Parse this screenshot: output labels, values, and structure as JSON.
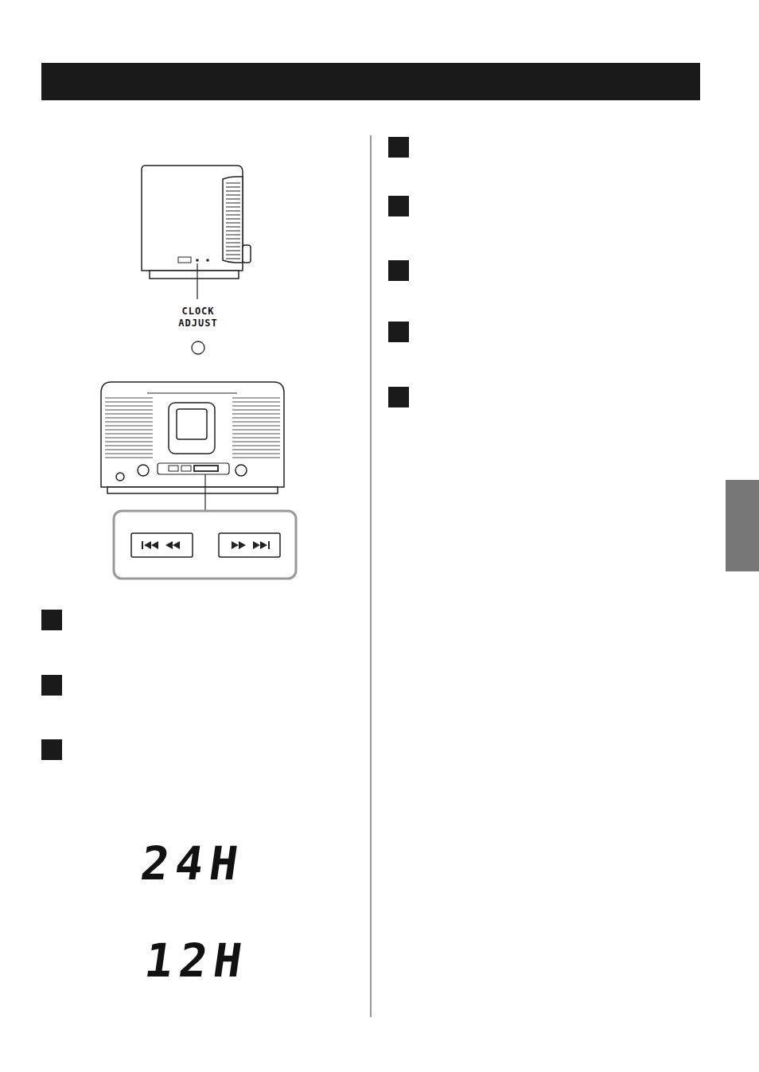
{
  "diagram": {
    "labels": [
      "CLOCK ADJUST",
      "24H",
      "12H"
    ]
  }
}
